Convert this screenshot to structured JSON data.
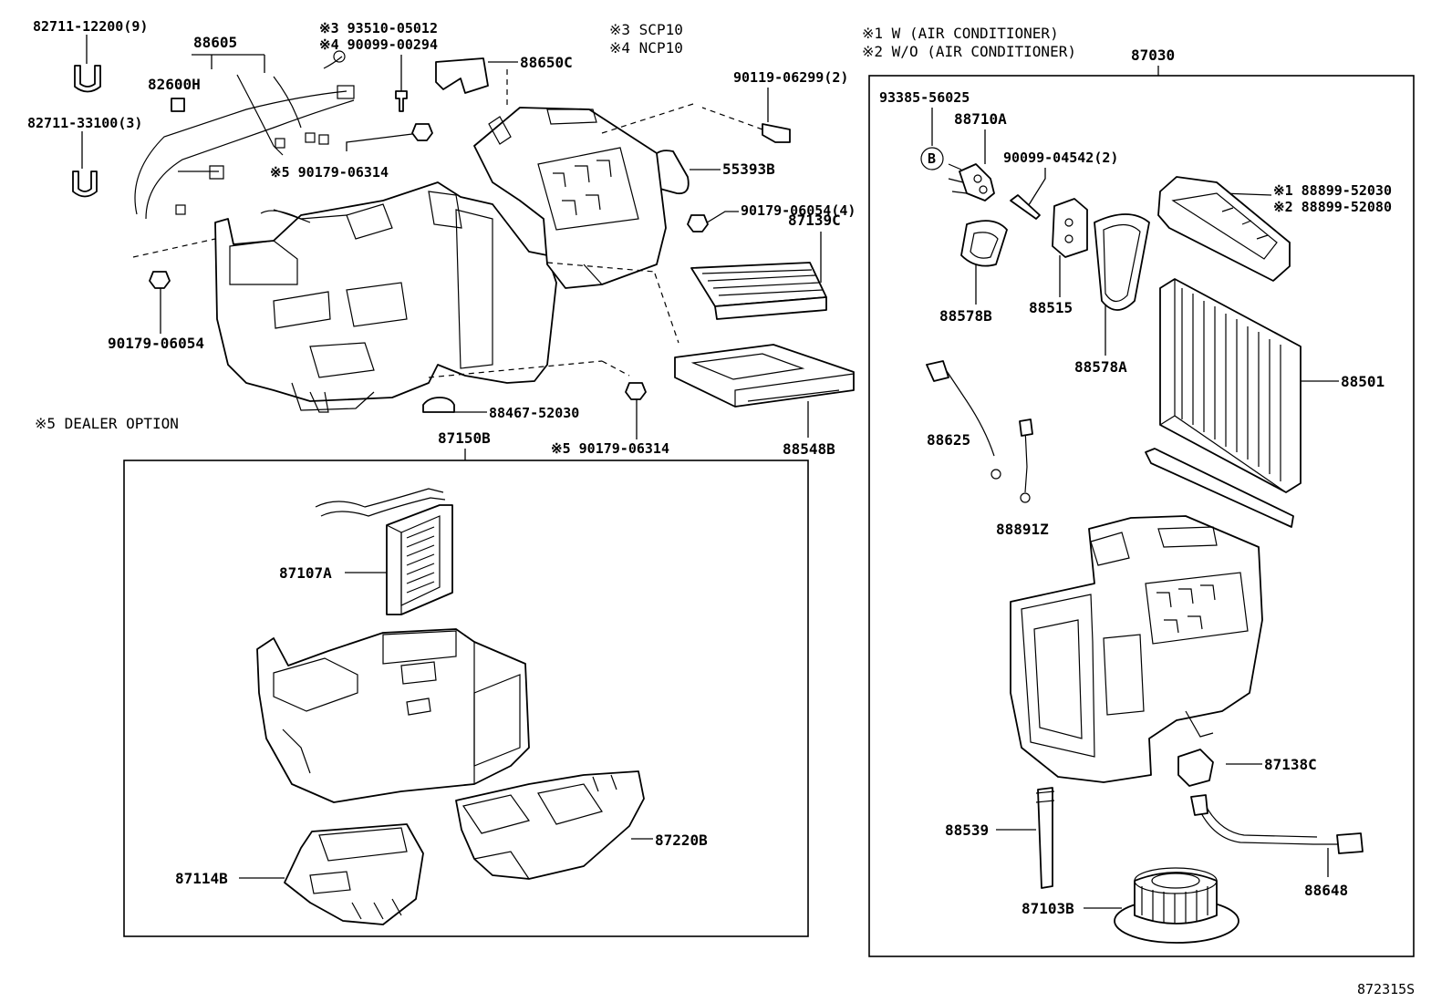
{
  "notes": {
    "n1": "※1 W (AIR CONDITIONER)",
    "n2": "※2 W/O (AIR CONDITIONER)",
    "n3": "※3 SCP10",
    "n4": "※4 NCP10",
    "n5": "※5 DEALER OPTION"
  },
  "figure_id": "872315S",
  "labels": {
    "p82711_12200": "82711-12200(9)",
    "p88605": "88605",
    "p82600H": "82600H",
    "p82711_33100": "82711-33100(3)",
    "p93510_05012": "※3 93510-05012",
    "p90099_00294": "※4 90099-00294",
    "p88650C": "88650C",
    "p90119_06299": "90119-06299(2)",
    "p90179_06314_top": "※5 90179-06314",
    "p55393B": "55393B",
    "p90179_06054_4": "90179-06054(4)",
    "p87139C": "87139C",
    "p90179_06054": "90179-06054",
    "p88467_52030": "88467-52030",
    "p88548B": "88548B",
    "p90179_06314_bot": "※5 90179-06314",
    "p87150B": "87150B",
    "p87107A": "87107A",
    "p87220B": "87220B",
    "p87114B": "87114B",
    "p87030": "87030",
    "p93385_56025": "93385-56025",
    "p88710A": "88710A",
    "p90099_04542": "90099-04542(2)",
    "p88899_52030": "※1 88899-52030",
    "p88899_52080": "※2 88899-52080",
    "p88578B": "88578B",
    "p88515": "88515",
    "p88578A": "88578A",
    "p88501": "88501",
    "p88625": "88625",
    "p88891Z": "88891Z",
    "p87138C": "87138C",
    "p88539": "88539",
    "p88648": "88648",
    "p87103B": "87103B",
    "callout_B": "B"
  }
}
